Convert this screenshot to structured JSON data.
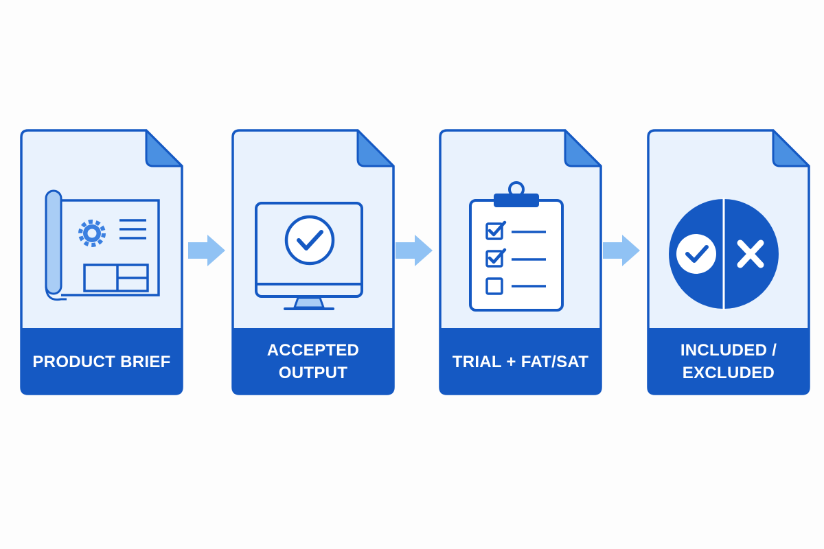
{
  "colors": {
    "primary": "#1559c3",
    "card_fill": "#e9f2fd",
    "accent": "#4a90e2",
    "arrow": "#90c2f4"
  },
  "steps": [
    {
      "label": "PRODUCT BRIEF",
      "icon": "blueprint-icon"
    },
    {
      "label": "ACCEPTED OUTPUT",
      "icon": "monitor-check-icon"
    },
    {
      "label": "TRIAL + FAT/SAT",
      "icon": "clipboard-checklist-icon"
    },
    {
      "label": "INCLUDED / EXCLUDED",
      "icon": "check-x-icon"
    }
  ]
}
